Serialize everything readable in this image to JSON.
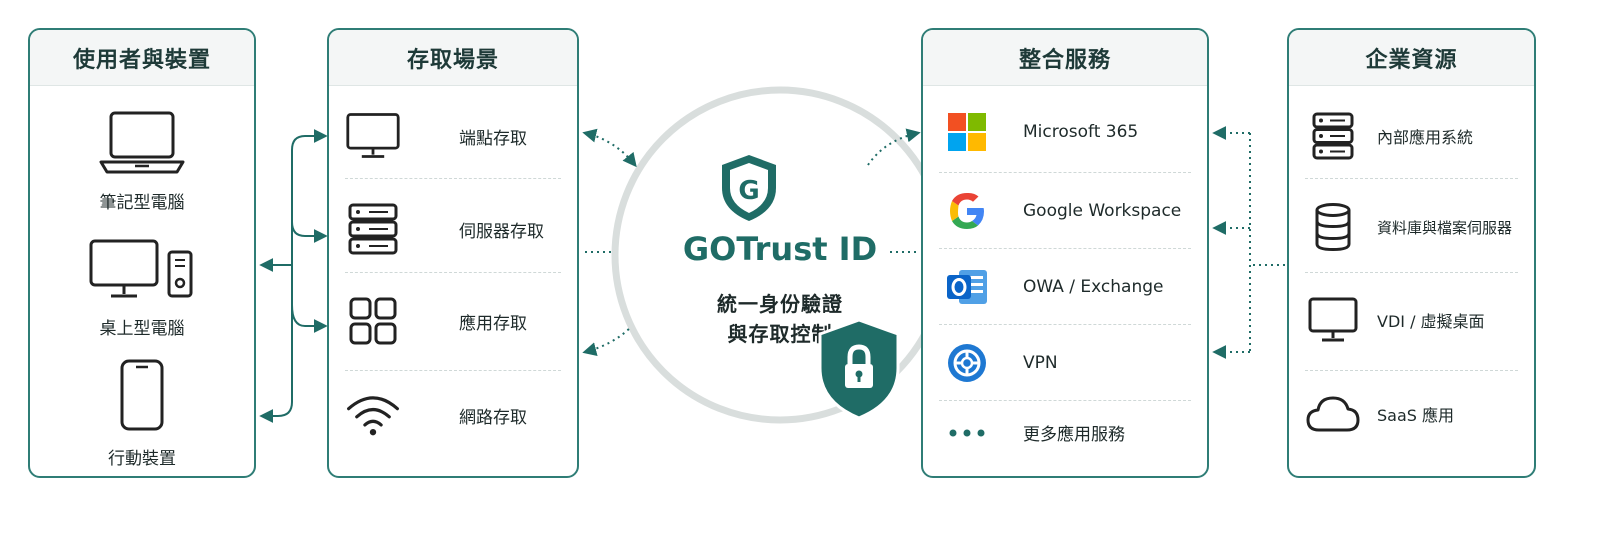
{
  "users_panel": {
    "title": "使用者與裝置",
    "devices": [
      {
        "label": "筆記型電腦",
        "icon": "laptop-icon"
      },
      {
        "label": "桌上型電腦",
        "icon": "desktop-icon"
      },
      {
        "label": "行動裝置",
        "icon": "phone-icon"
      }
    ]
  },
  "access_panel": {
    "title": "存取場景",
    "items": [
      {
        "label": "端點存取",
        "icon": "monitor-icon"
      },
      {
        "label": "伺服器存取",
        "icon": "server-icon"
      },
      {
        "label": "應用存取",
        "icon": "apps-grid-icon"
      },
      {
        "label": "網路存取",
        "icon": "wifi-icon"
      }
    ]
  },
  "center": {
    "logo_letter": "G",
    "product_name": "GOTrust ID",
    "subtitle_line1": "統一身份驗證",
    "subtitle_line2": "與存取控制"
  },
  "services_panel": {
    "title": "整合服務",
    "items": [
      {
        "label": "Microsoft 365",
        "icon": "microsoft-logo-icon"
      },
      {
        "label": "Google Workspace",
        "icon": "google-logo-icon"
      },
      {
        "label": "OWA / Exchange",
        "icon": "outlook-logo-icon"
      },
      {
        "label": "VPN",
        "icon": "vpn-icon"
      },
      {
        "label": "更多應用服務",
        "icon": "more-dots-icon"
      }
    ]
  },
  "enterprise_panel": {
    "title": "企業資源",
    "items": [
      {
        "label": "內部應用系統",
        "icon": "server-icon"
      },
      {
        "label": "資料庫與檔案伺服器",
        "icon": "database-icon"
      },
      {
        "label": "VDI / 虛擬桌面",
        "icon": "monitor-icon"
      },
      {
        "label": "SaaS 應用",
        "icon": "cloud-icon"
      }
    ]
  },
  "colors": {
    "primary": "#1f6c66",
    "border": "#2f7d76",
    "ring": "#d9dedd"
  }
}
